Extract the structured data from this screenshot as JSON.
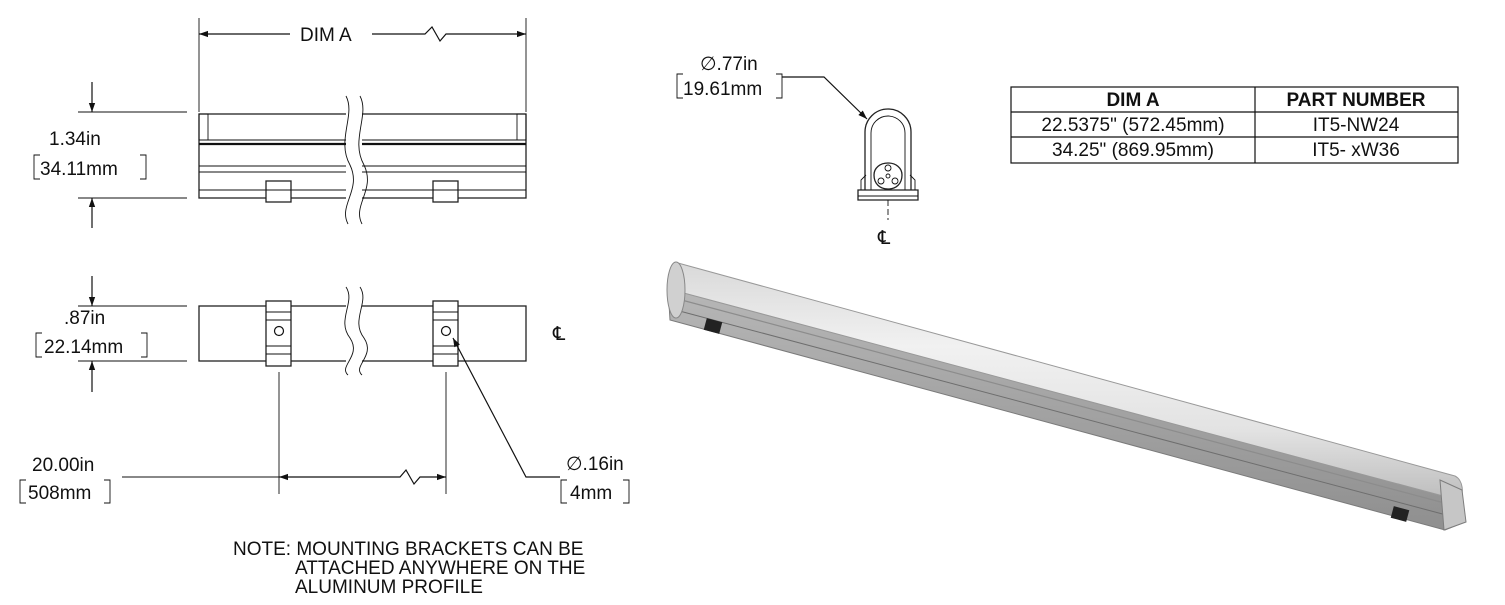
{
  "dimensions": {
    "dim_a_label": "DIM A",
    "height_in": "1.34in",
    "height_mm": "34.11mm",
    "width_in": ".87in",
    "width_mm": "22.14mm",
    "spacing_in": "20.00in",
    "spacing_mm": "508mm",
    "hole_dia_in": "∅.16in",
    "hole_dia_mm": "4mm",
    "tube_dia_in": "∅.77in",
    "tube_dia_mm": "19.61mm",
    "centerline_symbol": "℄"
  },
  "note": {
    "line1": "NOTE: MOUNTING BRACKETS CAN BE",
    "line2": "ATTACHED ANYWHERE ON THE",
    "line3": "ALUMINUM PROFILE"
  },
  "table": {
    "headers": [
      "DIM A",
      "PART NUMBER"
    ],
    "rows": [
      [
        "22.5375\" (572.45mm)",
        "IT5-NW24"
      ],
      [
        "34.25\" (869.95mm)",
        "IT5- xW36"
      ]
    ]
  }
}
